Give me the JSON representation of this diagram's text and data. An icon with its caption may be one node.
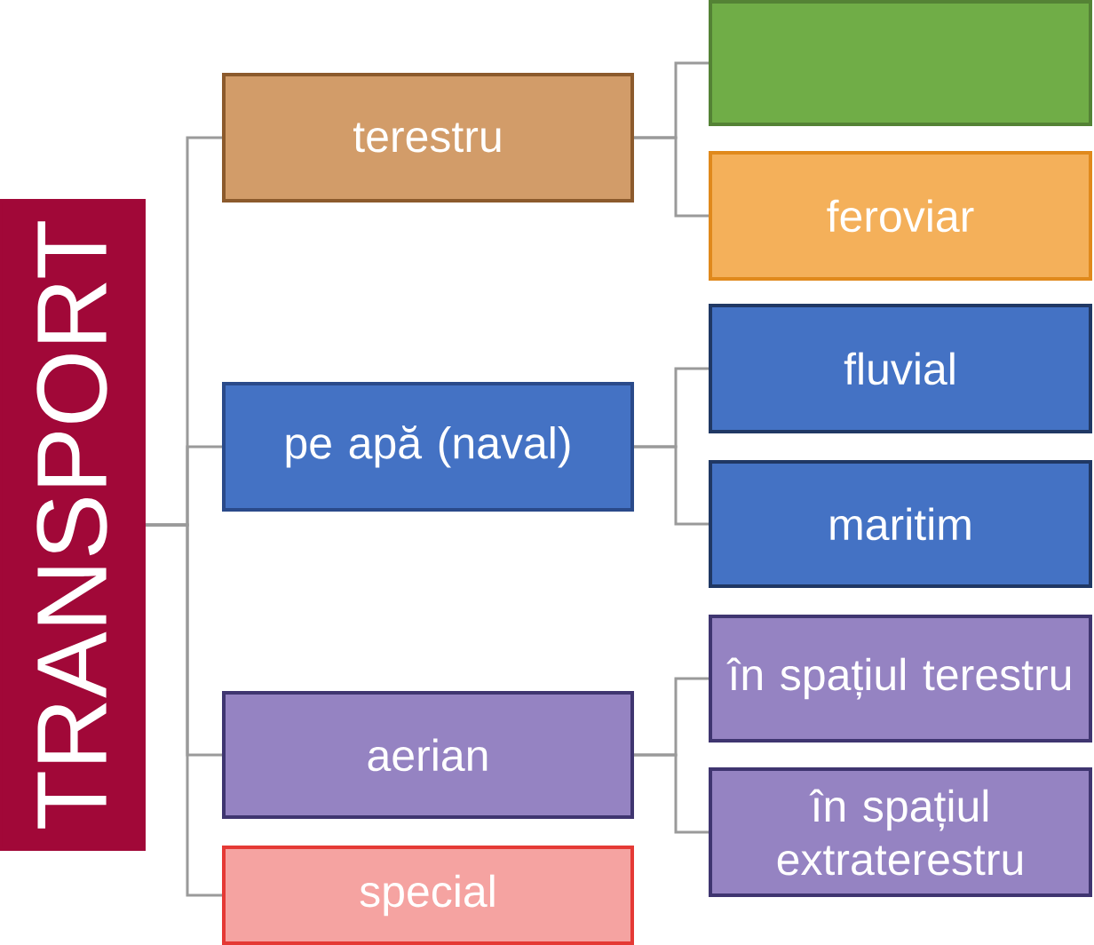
{
  "diagram": {
    "nodes": [
      {
        "text": [
          "TRANSPORT"
        ]
      },
      {
        "text": [
          "terestru"
        ]
      },
      {
        "text": [],
        "shape": "box"
      },
      {
        "text": [
          "feroviar"
        ]
      },
      {
        "text": [
          "pe apă (naval)"
        ]
      },
      {
        "text": [
          "fluvial"
        ]
      },
      {
        "text": [
          "maritim"
        ]
      },
      {
        "text": [
          "aerian"
        ]
      },
      {
        "text": [
          "în spațiul terestru"
        ]
      },
      {
        "text": [
          "în spațiul extraterestru"
        ]
      },
      {
        "text": [
          "special"
        ]
      }
    ],
    "edges": [
      {
        "from": 0,
        "to": 1,
        "arrow": "none"
      },
      {
        "from": 0,
        "to": 4,
        "arrow": "none"
      },
      {
        "from": 0,
        "to": 7,
        "arrow": "none"
      },
      {
        "from": 0,
        "to": 10,
        "arrow": "none"
      },
      {
        "from": 1,
        "to": 2,
        "arrow": "none"
      },
      {
        "from": 1,
        "to": 3,
        "arrow": "none"
      },
      {
        "from": 4,
        "to": 5,
        "arrow": "none"
      },
      {
        "from": 4,
        "to": 6,
        "arrow": "none"
      },
      {
        "from": 7,
        "to": 8,
        "arrow": "none"
      },
      {
        "from": 7,
        "to": 9,
        "arrow": "none"
      }
    ]
  }
}
